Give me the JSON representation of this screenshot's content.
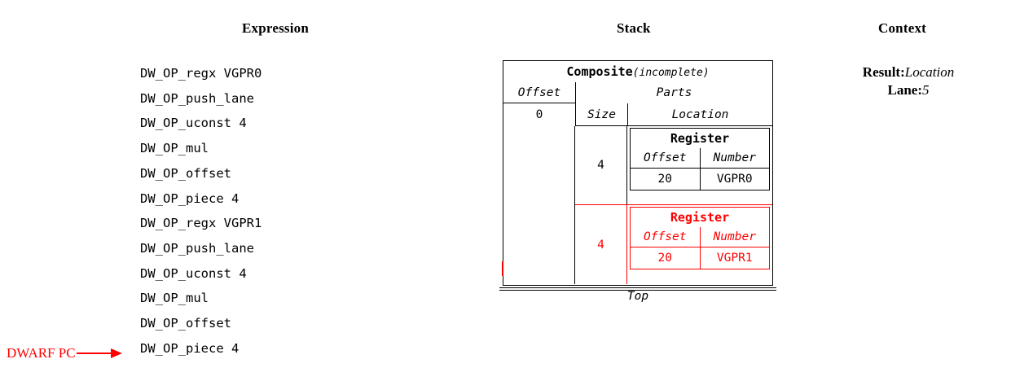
{
  "headers": {
    "expression": "Expression",
    "stack": "Stack",
    "context": "Context"
  },
  "expression": {
    "lines": [
      "DW_OP_regx VGPR0",
      "DW_OP_push_lane",
      "DW_OP_uconst 4",
      "DW_OP_mul",
      "DW_OP_offset",
      "DW_OP_piece 4",
      "DW_OP_regx VGPR1",
      "DW_OP_push_lane",
      "DW_OP_uconst 4",
      "DW_OP_mul",
      "DW_OP_offset",
      "DW_OP_piece 4"
    ]
  },
  "pc_marker": {
    "label": "DWARF PC",
    "color": "#ff0000",
    "points_to_line_index": 12
  },
  "stack": {
    "bottom_label": "Top",
    "entry": {
      "title_main": "Composite",
      "title_note": "(incomplete)",
      "offset_header": "Offset",
      "offset_value": "0",
      "parts_header": "Parts",
      "size_header": "Size",
      "location_header": "Location",
      "parts": [
        {
          "size": "4",
          "highlight": false,
          "location": {
            "title": "Register",
            "col_headers": [
              "Offset",
              "Number"
            ],
            "values": [
              "20",
              "VGPR0"
            ]
          }
        },
        {
          "size": "4",
          "highlight": true,
          "highlight_color": "#ff0000",
          "location": {
            "title": "Register",
            "col_headers": [
              "Offset",
              "Number"
            ],
            "values": [
              "20",
              "VGPR1"
            ]
          }
        }
      ]
    }
  },
  "context": {
    "rows": [
      {
        "key": "Result:",
        "value": "Location"
      },
      {
        "key": "Lane:",
        "value": "5"
      }
    ]
  }
}
